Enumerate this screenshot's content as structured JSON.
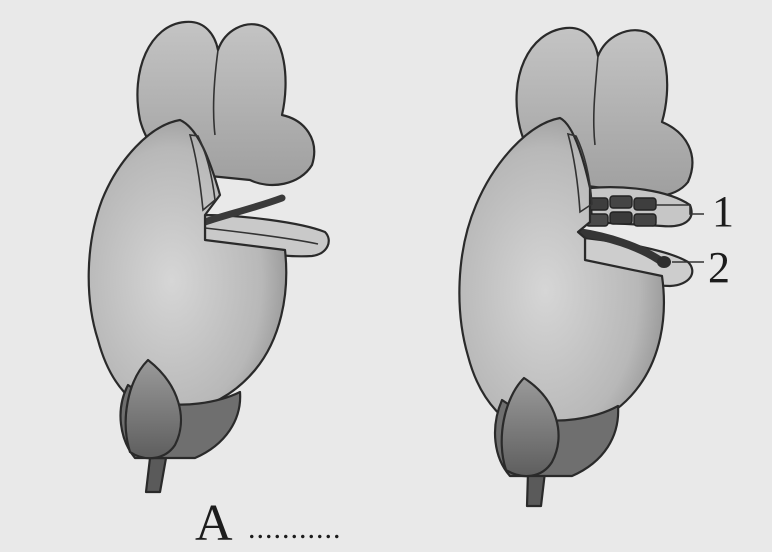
{
  "figure": {
    "labels": {
      "part_1": "1",
      "part_2": "2",
      "caption_letter": "A",
      "caption_blank": "..........."
    },
    "colors": {
      "background": "#e9e9e9",
      "petal_light": "#cfcfcf",
      "petal_mid": "#a9a9a9",
      "sepal": "#7d7d7d",
      "stamen": "#3c3c3c"
    }
  }
}
